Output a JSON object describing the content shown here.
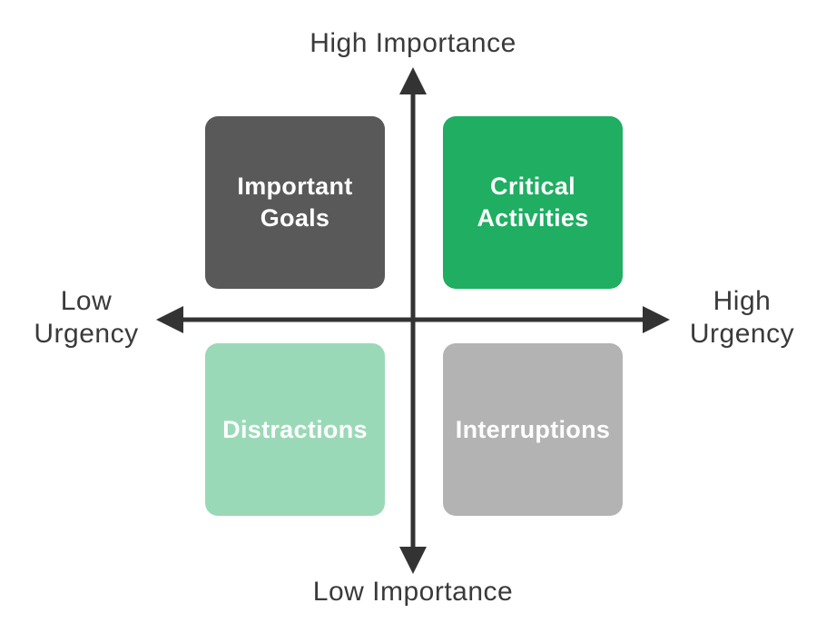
{
  "diagram": {
    "top_label": "High Importance",
    "bottom_label": "Low Importance",
    "left_label": "Low\nUrgency",
    "right_label": "High\nUrgency"
  },
  "quadrants": {
    "top_left": {
      "label": "Important\nGoals",
      "color": "#595959",
      "text_color": "#ffffff"
    },
    "top_right": {
      "label": "Critical\nActivities",
      "color": "#1fae62",
      "text_color": "#ffffff"
    },
    "bottom_left": {
      "label": "Distractions",
      "color": "#9ad9b7",
      "text_color": "#ffffff"
    },
    "bottom_right": {
      "label": "Interruptions",
      "color": "#b3b3b3",
      "text_color": "#ffffff"
    }
  },
  "axes": {
    "color": "#333333",
    "label_color": "#3a3a3a"
  }
}
